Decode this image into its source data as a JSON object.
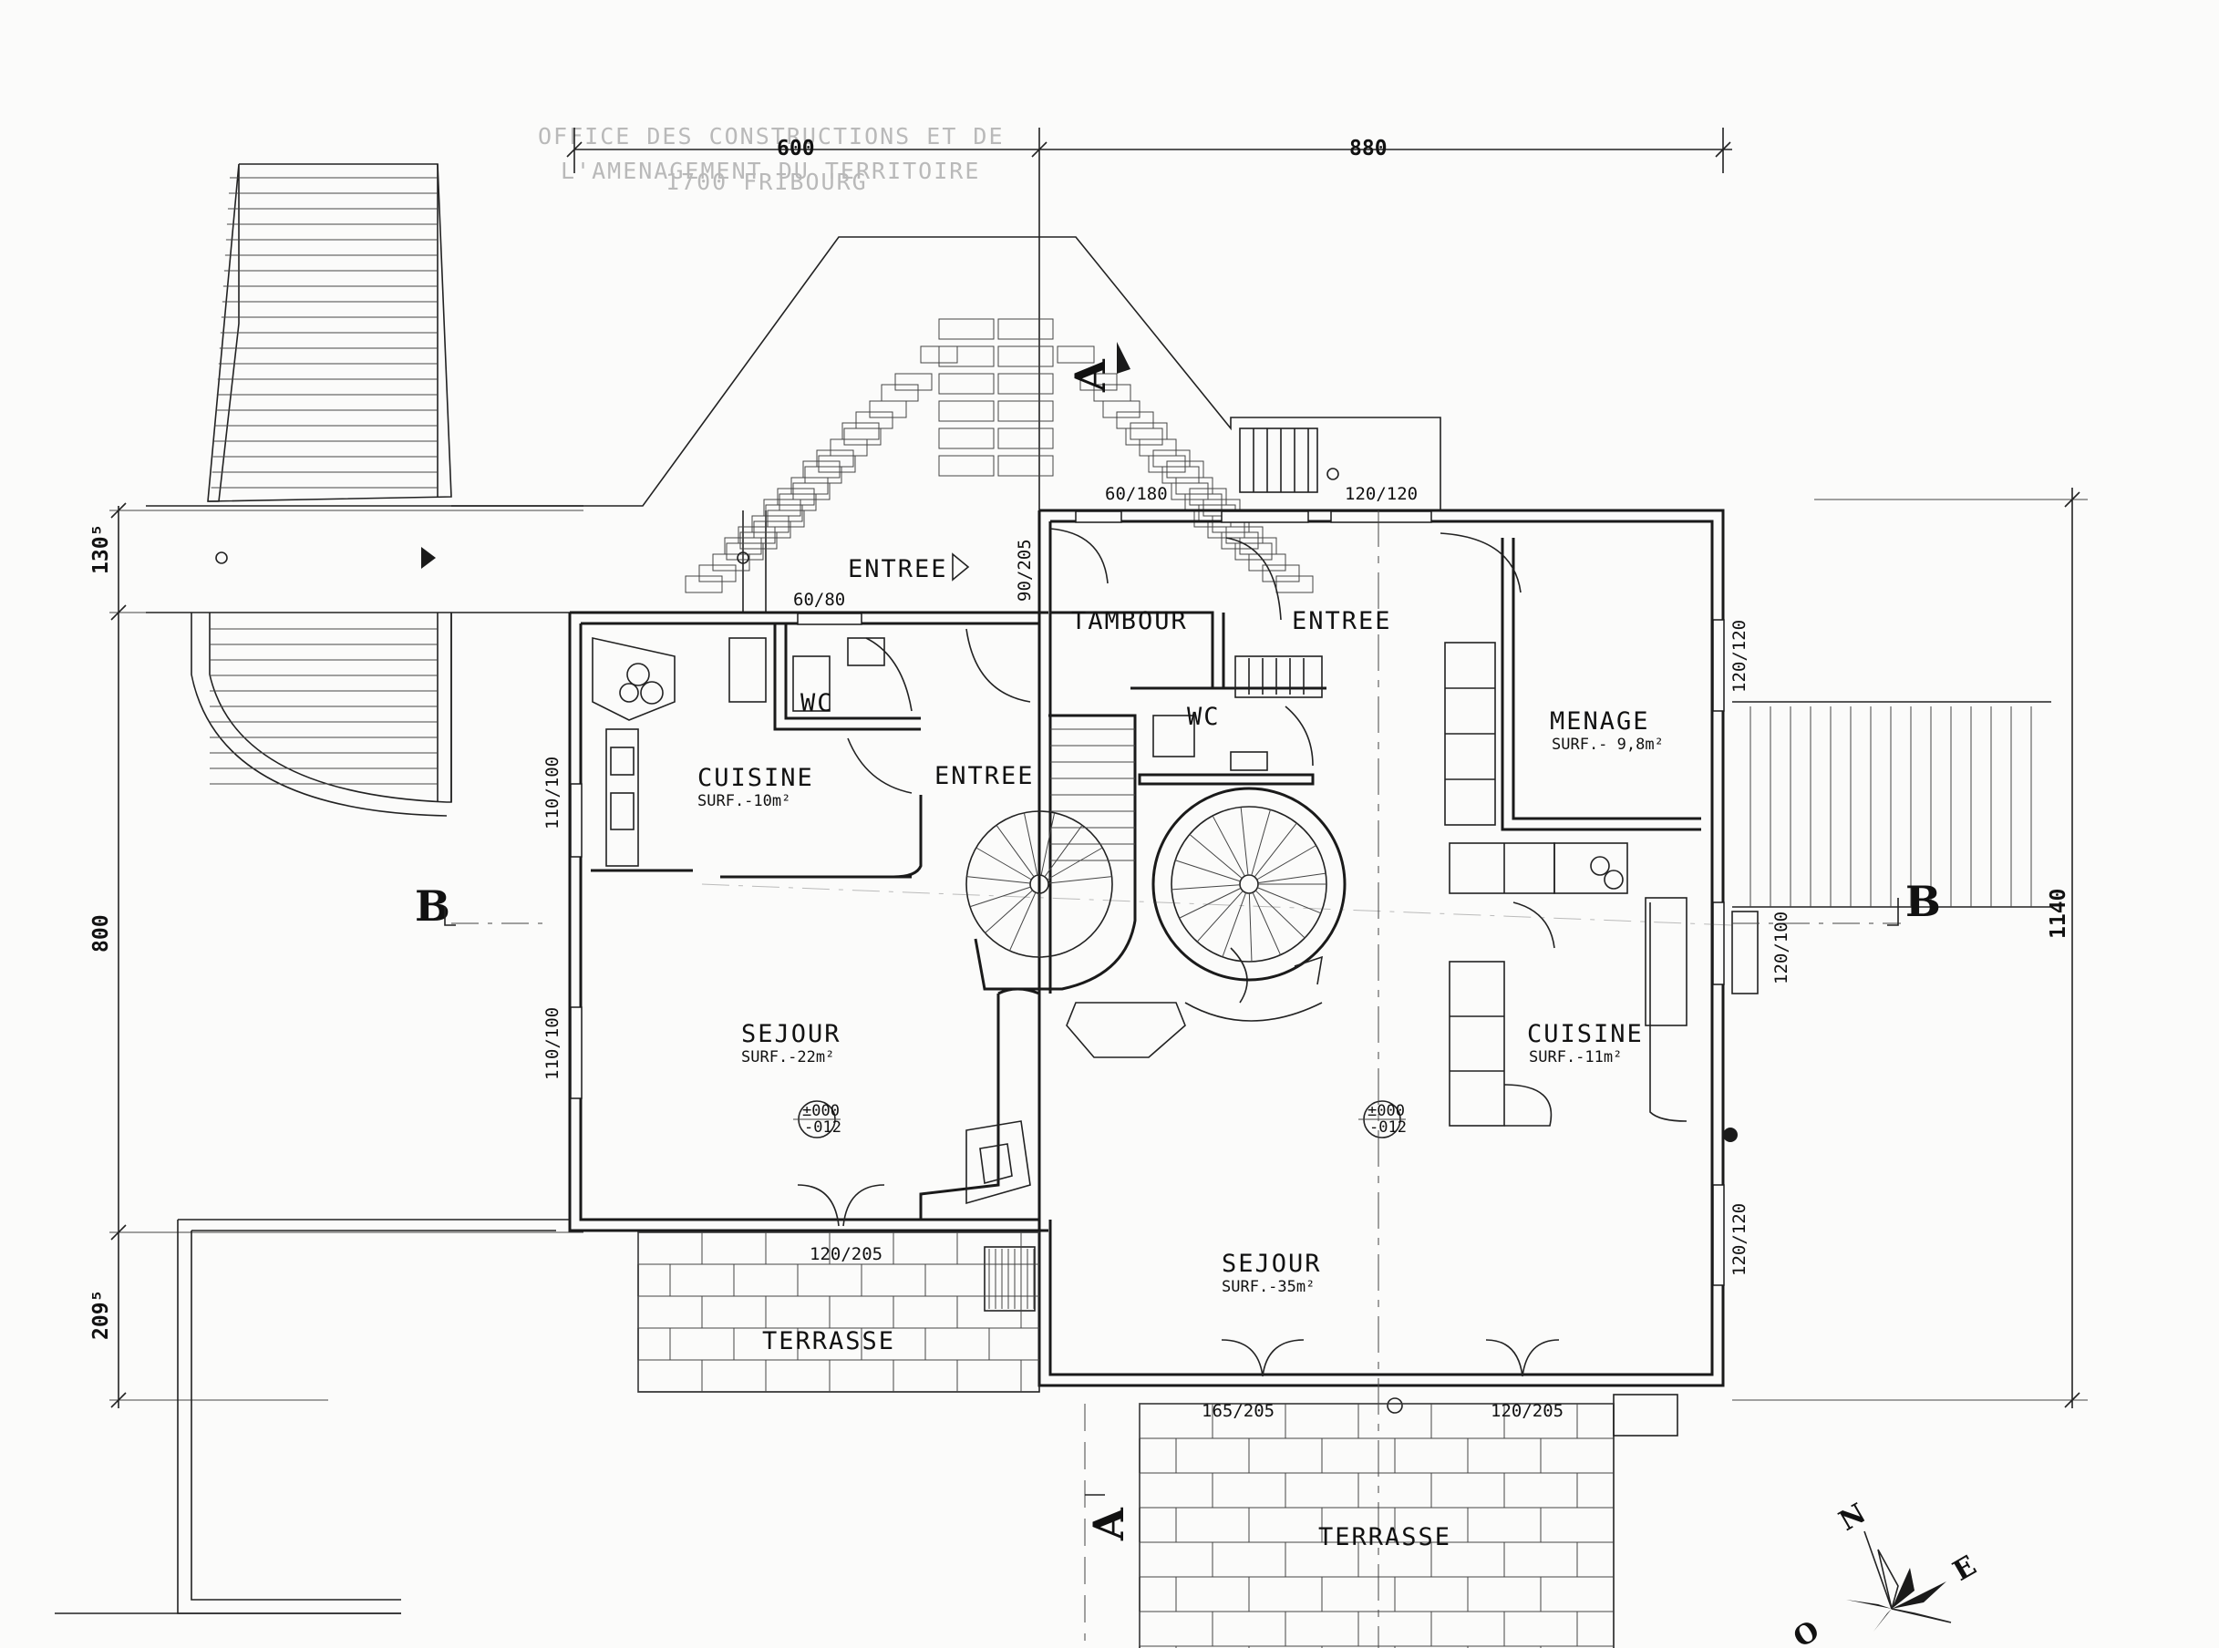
{
  "stamp": {
    "line1": "OFFICE DES CONSTRUCTIONS ET DE",
    "line2": "L'AMENAGEMENT DU TERRITOIRE",
    "line3": "1700 FRIBOURG"
  },
  "dimensions": {
    "top_left": "600",
    "top_right": "880",
    "left_top": "130⁵",
    "left_middle": "800",
    "left_bottom": "209⁵",
    "right_total": "1140"
  },
  "openings": {
    "o_60_180": "60/180",
    "o_120_120_top": "120/120",
    "o_90_205": "90/205",
    "o_60_80": "60/80",
    "o_110_100_upper": "110/100",
    "o_110_100_lower": "110/100",
    "o_120_120_menage": "120/120",
    "o_120_100_east": "120/100",
    "o_120_120_east_low": "120/120",
    "o_120_205_west": "120/205",
    "o_165_205": "165/205",
    "o_120_205_east": "120/205"
  },
  "rooms": {
    "entree_outside": "ENTREE",
    "tambour": "TAMBOUR",
    "entree_right": "ENTREE",
    "wc_left": "WC",
    "wc_right": "WC",
    "cuisine_left": {
      "name": "CUISINE",
      "surface": "SURF.-10m²"
    },
    "entree_left": "ENTREE",
    "menage": {
      "name": "MENAGE",
      "surface": "SURF.- 9,8m²"
    },
    "cuisine_right": {
      "name": "CUISINE",
      "surface": "SURF.-11m²"
    },
    "sejour_left": {
      "name": "SEJOUR",
      "surface": "SURF.-22m²"
    },
    "sejour_right": {
      "name": "SEJOUR",
      "surface": "SURF.-35m²"
    },
    "terrasse_left": "TERRASSE",
    "terrasse_right": "TERRASSE"
  },
  "level_marks": {
    "left": {
      "top": "±000",
      "bottom": "-012"
    },
    "right": {
      "top": "±000",
      "bottom": "-012"
    }
  },
  "sections": {
    "b_left": "B",
    "b_right": "B",
    "a_top": "A",
    "a_bottom": "A"
  },
  "compass": {
    "n": "N",
    "e": "E",
    "o": "O"
  }
}
